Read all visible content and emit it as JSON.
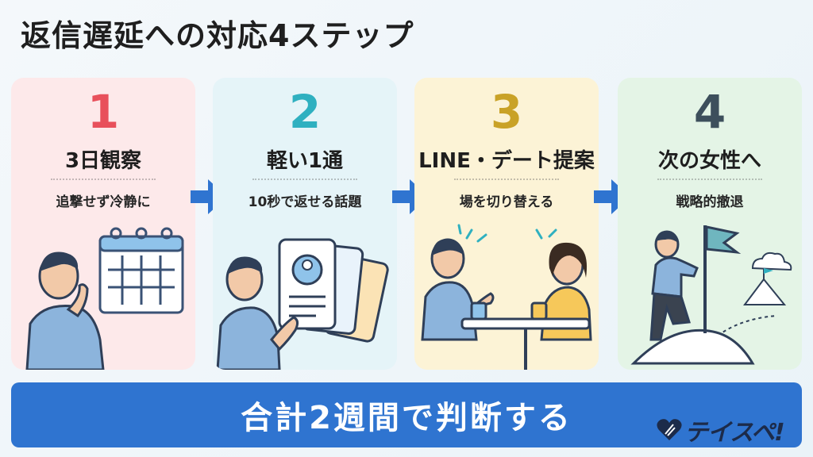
{
  "title": "返信遅延への対応4ステップ",
  "steps": [
    {
      "number": "1",
      "heading": "3日観察",
      "subtitle": "追撃せず冷静に",
      "color": "#e8505b",
      "bg": "#fde9ea"
    },
    {
      "number": "2",
      "heading": "軽い1通",
      "subtitle": "10秒で返せる話題",
      "color": "#2fb0c0",
      "bg": "#e5f4f8"
    },
    {
      "number": "3",
      "heading": "LINE・デート提案",
      "subtitle": "場を切り替える",
      "color": "#c9a227",
      "bg": "#fcf3d6"
    },
    {
      "number": "4",
      "heading": "次の女性へ",
      "subtitle": "戦略的撤退",
      "color": "#3d4f5c",
      "bg": "#e4f4e6"
    }
  ],
  "banner": "合計2週間で判断する",
  "logo": "テイスペ!",
  "colors": {
    "accent": "#2f74d0",
    "arrow": "#2f74d0"
  }
}
